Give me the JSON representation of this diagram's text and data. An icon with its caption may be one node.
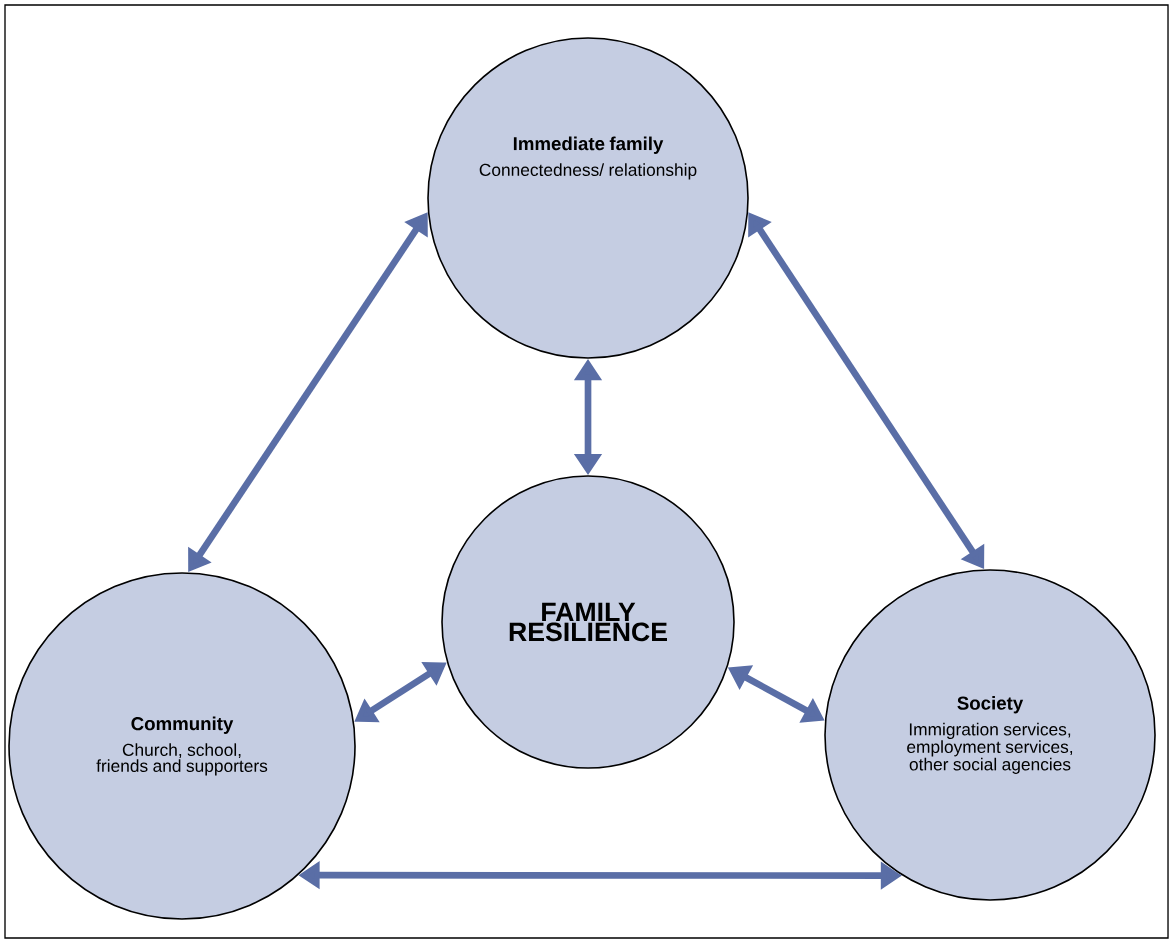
{
  "diagram": {
    "nodes": [
      {
        "text": [
          "Immediate family",
          "Connectedness/ relationship"
        ]
      },
      {
        "text": [
          "FAMILY RESILIENCE"
        ]
      },
      {
        "text": [
          "Community",
          "Church, school, friends and supporters"
        ]
      },
      {
        "text": [
          "Society",
          "Immigration services, employment services, other social agencies"
        ]
      }
    ],
    "edges": [
      {
        "from": 0,
        "to": 2,
        "arrow": "both"
      },
      {
        "from": 0,
        "to": 3,
        "arrow": "both"
      },
      {
        "from": 0,
        "to": 1,
        "arrow": "both"
      },
      {
        "from": 1,
        "to": 2,
        "arrow": "both"
      },
      {
        "from": 1,
        "to": 3,
        "arrow": "both"
      },
      {
        "from": 2,
        "to": 3,
        "arrow": "both"
      }
    ]
  }
}
